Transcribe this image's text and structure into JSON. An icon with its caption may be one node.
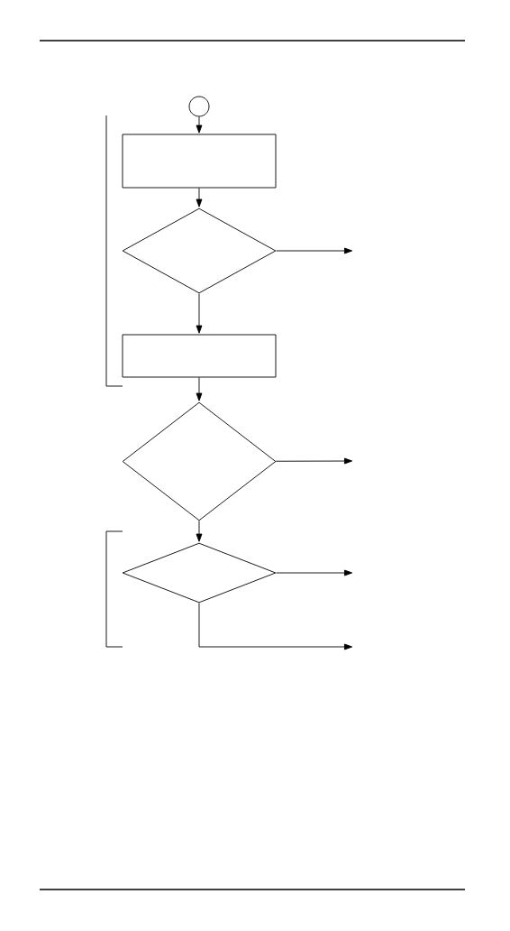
{
  "diagram": {
    "nodes": [
      {
        "text": [],
        "shape": "circle"
      },
      {
        "text": [],
        "shape": "box"
      },
      {
        "text": [],
        "shape": "diamond"
      },
      {
        "text": [],
        "shape": "box"
      },
      {
        "text": [],
        "shape": "diamond"
      },
      {
        "text": [],
        "shape": "diamond"
      }
    ],
    "edges": [
      {
        "from": 0,
        "to": 1,
        "arrow": "to"
      },
      {
        "from": 1,
        "to": 2,
        "arrow": "to"
      },
      {
        "from": 2,
        "to": null,
        "arrow": "to"
      },
      {
        "from": 2,
        "to": 3,
        "arrow": "to"
      },
      {
        "from": 3,
        "to": 4,
        "arrow": "to"
      },
      {
        "from": 4,
        "to": null,
        "arrow": "to"
      },
      {
        "from": 4,
        "to": 5,
        "arrow": "to"
      },
      {
        "from": 5,
        "to": null,
        "arrow": "to"
      },
      {
        "from": 5,
        "to": null,
        "arrow": "to"
      }
    ]
  }
}
